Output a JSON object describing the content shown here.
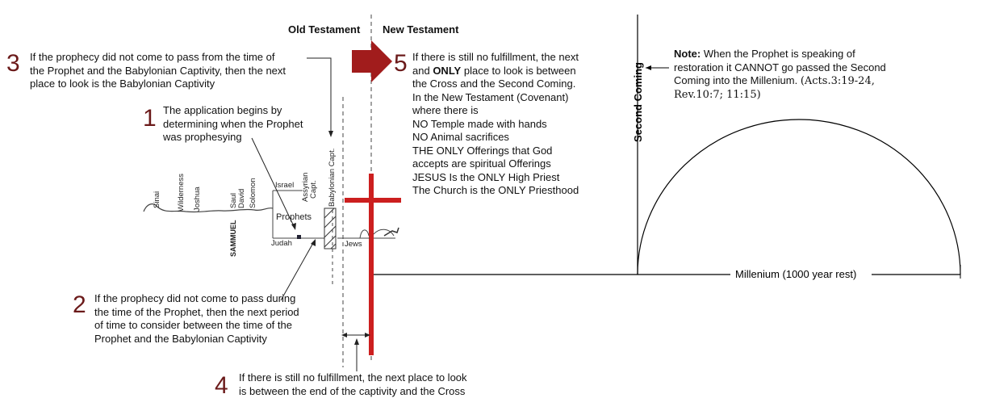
{
  "headers": {
    "old_testament": "Old Testament",
    "new_testament": "New Testament"
  },
  "steps": [
    {
      "number": "1",
      "lines": [
        "The application begins by",
        "determining when the Prophet",
        "was prophesying"
      ]
    },
    {
      "number": "2",
      "lines": [
        "If the prophecy did not come to pass during",
        "the time of the Prophet, then the next period",
        "of time to consider between the time of the",
        "Prophet and the Babylonian Captivity"
      ]
    },
    {
      "number": "3",
      "lines": [
        "If the prophecy did not come to pass from the time of",
        "the Prophet and the Babylonian Captivity, then the next",
        "place to look is the Babylonian Captivity"
      ]
    },
    {
      "number": "4",
      "lines": [
        "If there is still no fulfillment, the next place to look",
        "is between the end of the captivity and the Cross"
      ]
    },
    {
      "number": "5",
      "lines": [
        "If there is still no fulfillment, the next",
        "and ONLY place to look is between",
        "the Cross and the Second Coming.",
        "In the New Testament (Covenant)",
        "where there is",
        "NO Temple made with hands",
        "NO Animal sacrifices",
        "THE ONLY Offerings that God",
        "accepts are spiritual Offerings",
        "JESUS Is the ONLY High Priest",
        "The Church is the ONLY Priesthood"
      ]
    }
  ],
  "note": {
    "label": "Note:",
    "line1": "When the Prophet is speaking of",
    "line2": "restoration it CANNOT go passed the Second",
    "line3": "Coming into the Millenium.",
    "refs1": "(Acts.3:19-24,",
    "refs2": "Rev.10:7; 11:15)"
  },
  "timeline": {
    "second_coming": "Second Coming",
    "millenium": "Millenium (1000 year rest)",
    "babylonian_capt": "Babylonian Capt.",
    "sinai": "Sinai",
    "wilderness": "Wilderness",
    "joshua": "Joshua",
    "saul": "Saul",
    "david": "David",
    "solomon": "Solomon",
    "sammuel": "SAMMUEL",
    "israel": "Israel",
    "assyrian_capt_1": "Assyrian",
    "assyrian_capt_2": "Capt.",
    "prophets": "Prophets",
    "judah": "Judah",
    "jews": "Jews"
  },
  "colors": {
    "cross": "#cc1f1f",
    "arrow": "#a11c1c",
    "numbers": "#6b1a1a"
  }
}
